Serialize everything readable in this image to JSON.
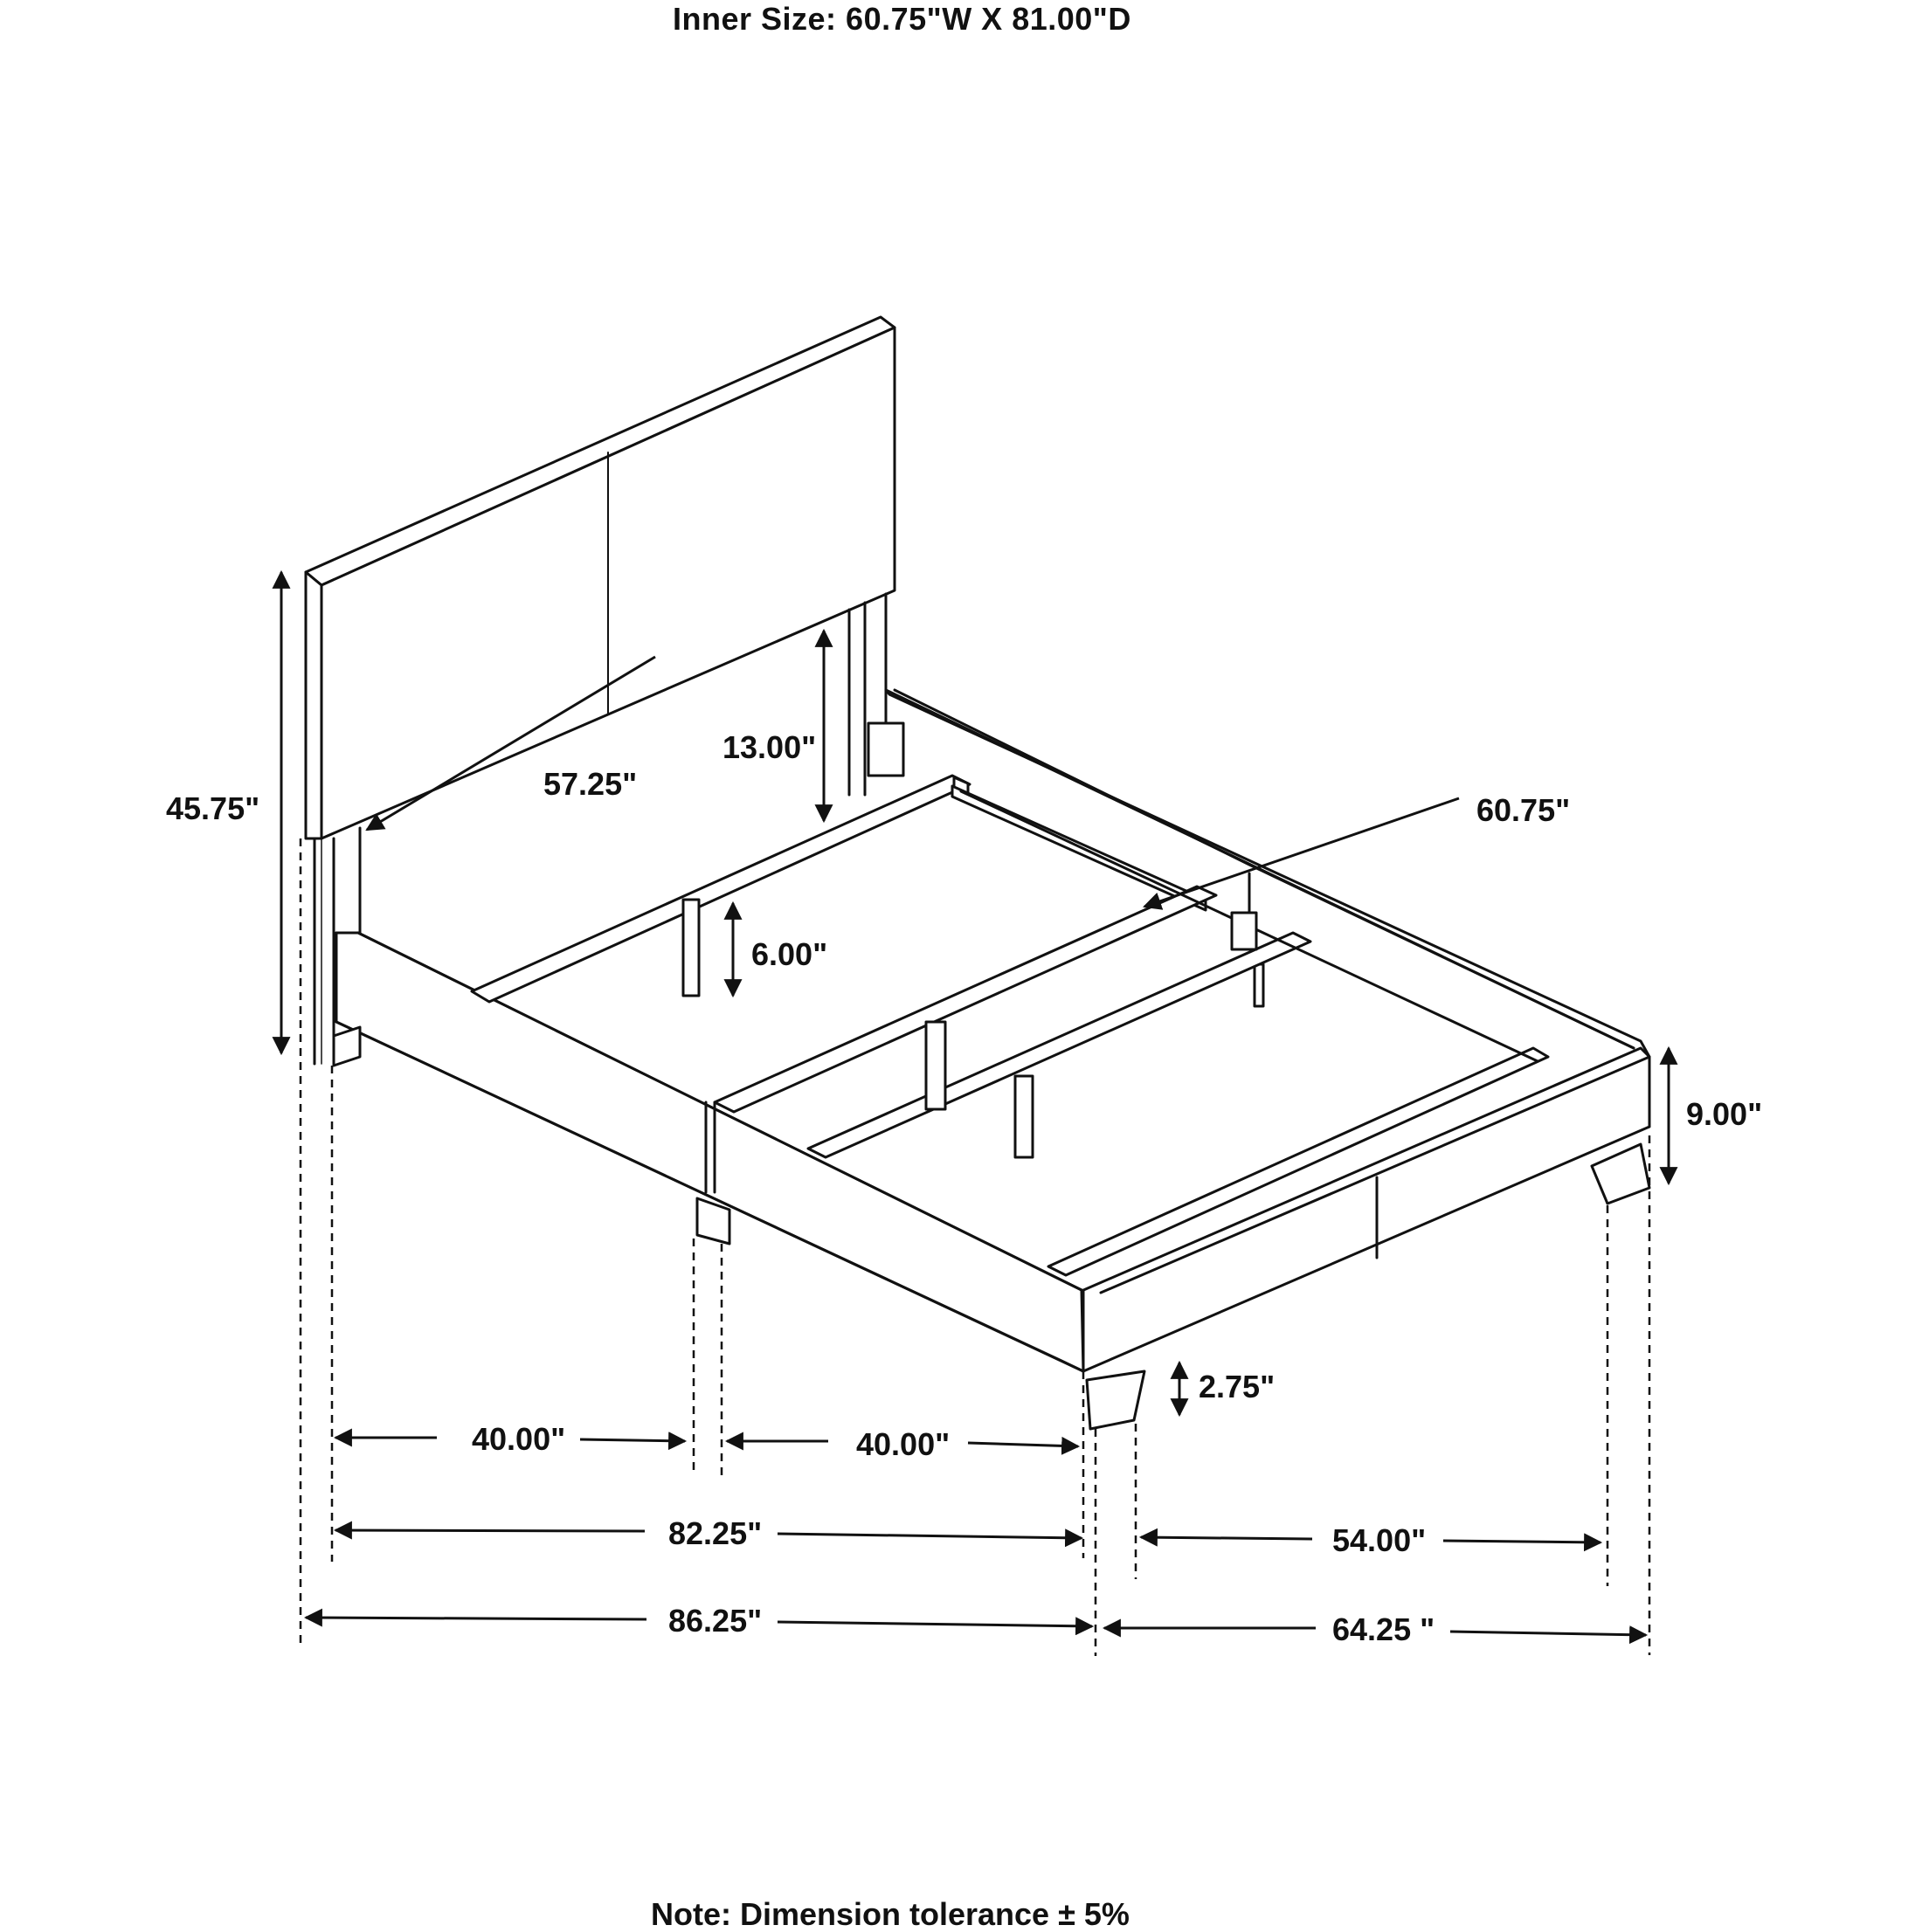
{
  "header": {
    "inner_size": "Inner Size: 60.75\"W X 81.00\"D"
  },
  "footer": {
    "note": "Note: Dimension tolerance ± 5%"
  },
  "dimensions": {
    "headboard_height": "45.75\"",
    "headboard_width": "57.25\"",
    "headboard_panel_clearance": "13.00\"",
    "inner_width": "60.75\"",
    "center_support_height": "6.00\"",
    "footboard_height": "9.00\"",
    "leg_height": "2.75\"",
    "leg_spacing_1": "40.00\"",
    "leg_spacing_2": "40.00\"",
    "frame_length": "82.25\"",
    "frame_width": "54.00\"",
    "overall_length": "86.25\"",
    "overall_width": "64.25 \""
  },
  "colors": {
    "ink": "#111111",
    "background": "#ffffff"
  }
}
